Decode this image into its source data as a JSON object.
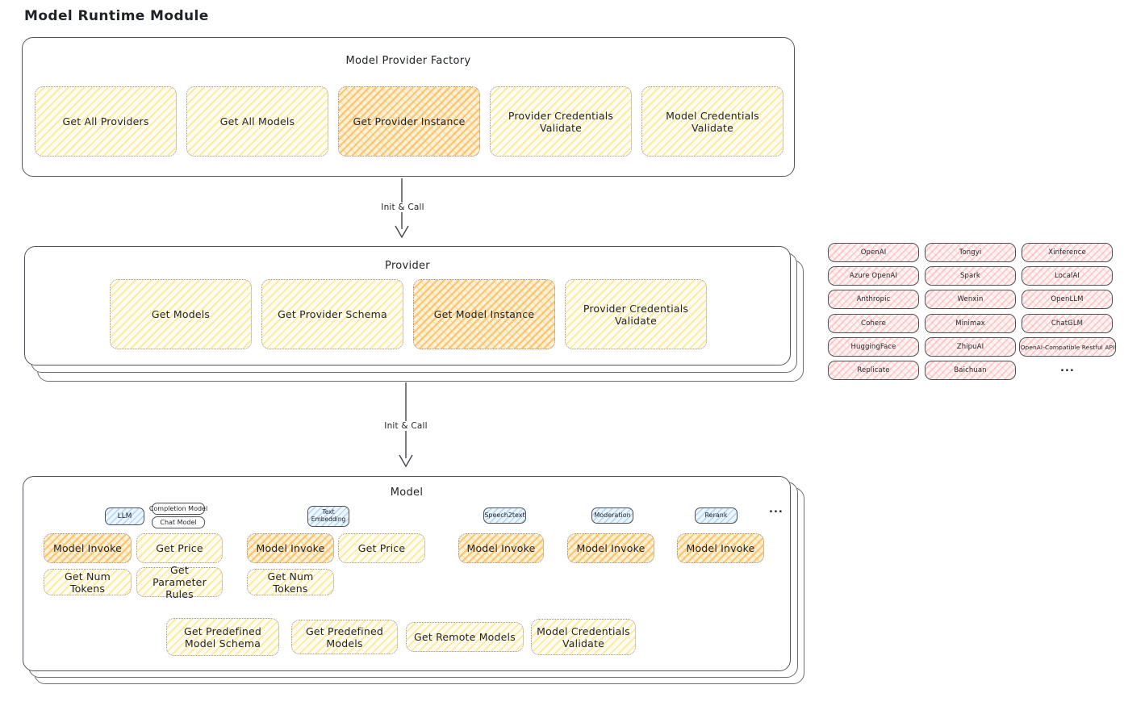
{
  "page_title": "Model Runtime Module",
  "flow": {
    "arrow1_label": "Init & Call",
    "arrow2_label": "Init & Call"
  },
  "colors": {
    "yellow_hatch": "#ffe282",
    "orange_hatch": "#f8b24a",
    "pink_hatch": "#ffa0a0",
    "blue_hatch": "#7ebcf8",
    "stroke": "#53565c"
  },
  "factory": {
    "title": "Model Provider Factory",
    "buttons": [
      {
        "label": "Get All Providers",
        "variant": "yellow"
      },
      {
        "label": "Get All Models",
        "variant": "yellow"
      },
      {
        "label": "Get Provider Instance",
        "variant": "orange"
      },
      {
        "label": "Provider Credentials Validate",
        "variant": "yellow"
      },
      {
        "label": "Model Credentials Validate",
        "variant": "yellow"
      }
    ]
  },
  "provider": {
    "title": "Provider",
    "buttons": [
      {
        "label": "Get Models",
        "variant": "yellow"
      },
      {
        "label": "Get Provider Schema",
        "variant": "yellow"
      },
      {
        "label": "Get Model Instance",
        "variant": "orange"
      },
      {
        "label": "Provider Credentials Validate",
        "variant": "yellow"
      }
    ]
  },
  "provider_list": {
    "columns": [
      [
        "OpenAI",
        "Azure OpenAI",
        "Anthropic",
        "Cohere",
        "HuggingFace",
        "Replicate"
      ],
      [
        "Tongyi",
        "Spark",
        "Wenxin",
        "Minimax",
        "ZhipuAI",
        "Baichuan"
      ],
      [
        "Xinference",
        "LocalAI",
        "OpenLLM",
        "ChatGLM",
        "OpenAI-Compatible Restful API"
      ]
    ],
    "ellipsis": "..."
  },
  "model": {
    "title": "Model",
    "ellipsis": "...",
    "categories": [
      {
        "label": "LLM",
        "sub": [
          "Completion Model",
          "Chat Model"
        ]
      },
      {
        "label": "Text Embedding",
        "sub": []
      },
      {
        "label": "Speech2text",
        "sub": []
      },
      {
        "label": "Moderation",
        "sub": []
      },
      {
        "label": "Rerank",
        "sub": []
      }
    ],
    "buttons": [
      {
        "label": "Model Invoke",
        "variant": "orange"
      },
      {
        "label": "Get Price",
        "variant": "yellow"
      },
      {
        "label": "Get Num Tokens",
        "variant": "yellow"
      },
      {
        "label": "Get Parameter Rules",
        "variant": "yellow"
      },
      {
        "label": "Model Invoke",
        "variant": "orange"
      },
      {
        "label": "Get Price",
        "variant": "yellow"
      },
      {
        "label": "Get Num Tokens",
        "variant": "yellow"
      },
      {
        "label": "Model Invoke",
        "variant": "orange"
      },
      {
        "label": "Model Invoke",
        "variant": "orange"
      },
      {
        "label": "Model Invoke",
        "variant": "orange"
      }
    ],
    "bottom_buttons": [
      {
        "label": "Get Predefined Model Schema",
        "variant": "yellow"
      },
      {
        "label": "Get Predefined Models",
        "variant": "yellow"
      },
      {
        "label": "Get Remote Models",
        "variant": "yellow"
      },
      {
        "label": "Model Credentials Validate",
        "variant": "yellow"
      }
    ]
  }
}
